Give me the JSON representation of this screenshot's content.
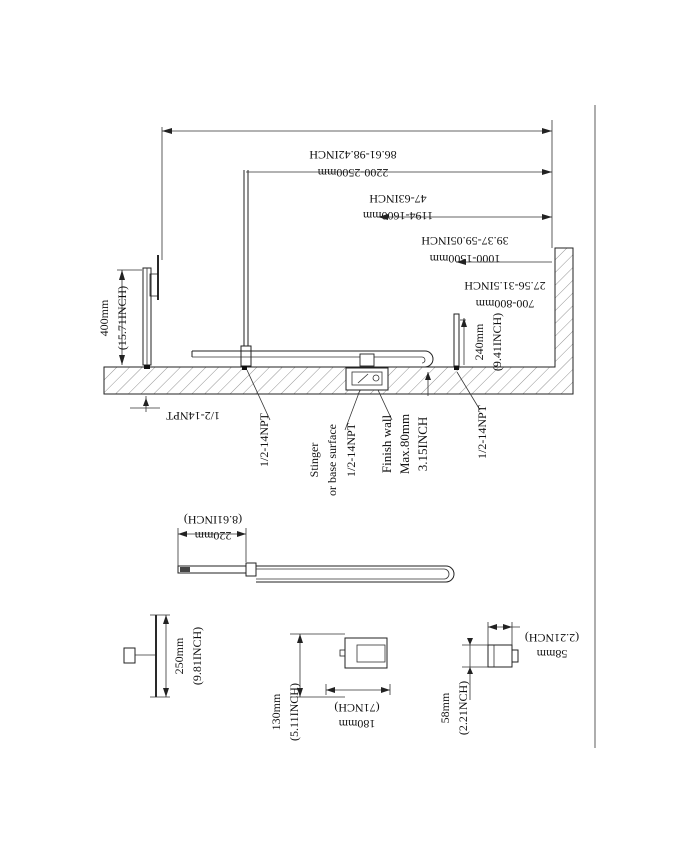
{
  "dimensions": {
    "overall": [
      "2200-2500mm",
      "86.61-98.42INCH"
    ],
    "showerhead_arm": [
      "1194-1600mm",
      "47-63INCH"
    ],
    "handheld_rail": [
      "1000-1500mm",
      "39.37-59.05INCH"
    ],
    "spout_offset": [
      "700-800mm",
      "27.56-31.5INCH"
    ],
    "head_height": [
      "400mm",
      "(15.71INCH)"
    ],
    "spout_height": [
      "240mm",
      "(9.41INCH)"
    ],
    "handheld_length": [
      "220mm",
      "(8.61INCH)"
    ],
    "head_size": [
      "250mm",
      "(9.81INCH)"
    ],
    "valve_height": [
      "130mm",
      "(5.11INCH)"
    ],
    "valve_width": [
      "180mm",
      "(71NCH)"
    ],
    "spout_depth": [
      "58mm",
      "(2.21NCH)"
    ],
    "spout_width": [
      "58mm",
      "(2.21NCH)"
    ]
  },
  "labels": {
    "npt_left": "1/2-14NPT",
    "npt_inlet": "1/2-14NPT",
    "npt_center": "1/2-14NPT",
    "npt_right": "1/2-14NPT",
    "stringer": [
      "Stinger",
      "or base surface"
    ],
    "finish_wall": [
      "Finish wall",
      "Max.80mm",
      "3.15INCH"
    ]
  }
}
